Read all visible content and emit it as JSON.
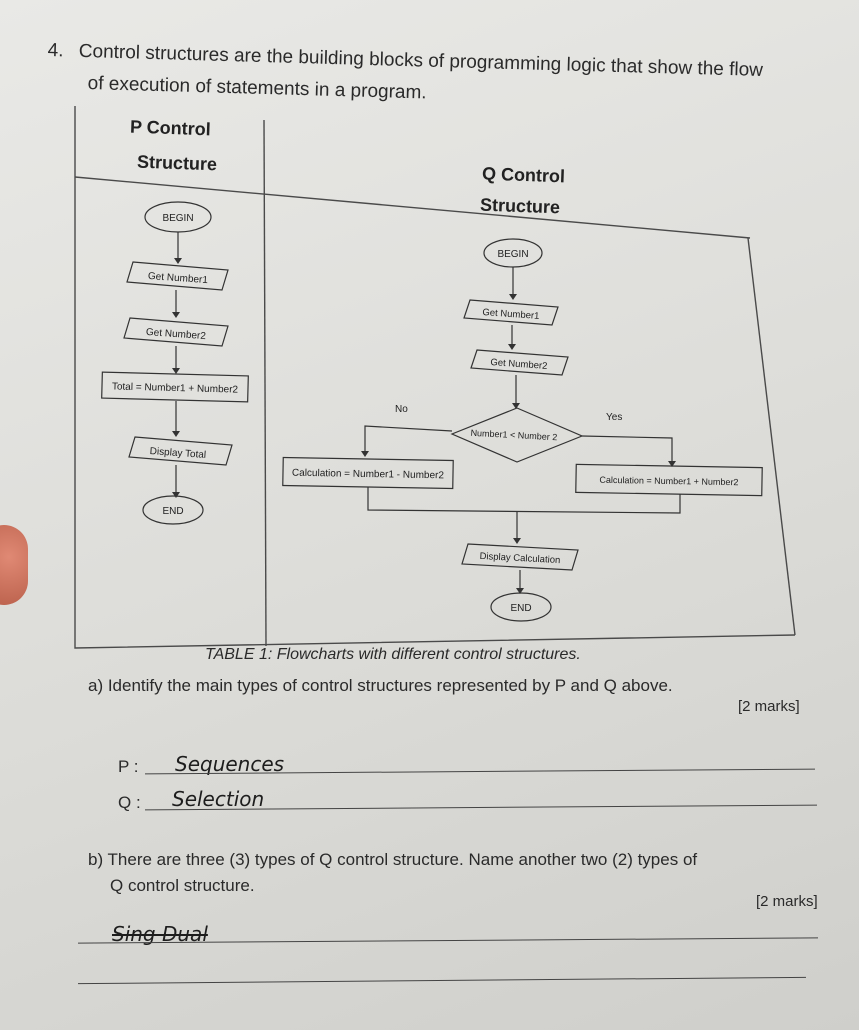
{
  "question": {
    "number": "4.",
    "stem_line1": "Control structures are the building blocks of programming logic that show the flow",
    "stem_line2": "of execution of statements in a program."
  },
  "table": {
    "p_header_line1": "P Control",
    "p_header_line2": "Structure",
    "q_header_line1": "Q Control",
    "q_header_line2": "Structure",
    "caption": "TABLE 1: Flowcharts with different control structures."
  },
  "flow_p": {
    "begin": "BEGIN",
    "get1": "Get Number1",
    "get2": "Get Number2",
    "calc": "Total = Number1 + Number2",
    "display": "Display Total",
    "end": "END"
  },
  "flow_q": {
    "begin": "BEGIN",
    "get1": "Get Number1",
    "get2": "Get Number2",
    "decision": "Number1 < Number 2",
    "no_label": "No",
    "yes_label": "Yes",
    "calc_no": "Calculation = Number1 - Number2",
    "calc_yes": "Calculation = Number1 + Number2",
    "display": "Display Calculation",
    "end": "END"
  },
  "part_a": {
    "text": "a)  Identify the main types of control structures represented by P and Q above.",
    "marks": "[2 marks]",
    "p_label": "P :",
    "p_answer": "Sequences",
    "q_label": "Q :",
    "q_answer": "Selection"
  },
  "part_b": {
    "text": "b)  There are three (3) types of Q control structure. Name another two (2) types of",
    "text_line2": "Q control structure.",
    "marks": "[2 marks]",
    "answer": "Sing  Dual"
  }
}
